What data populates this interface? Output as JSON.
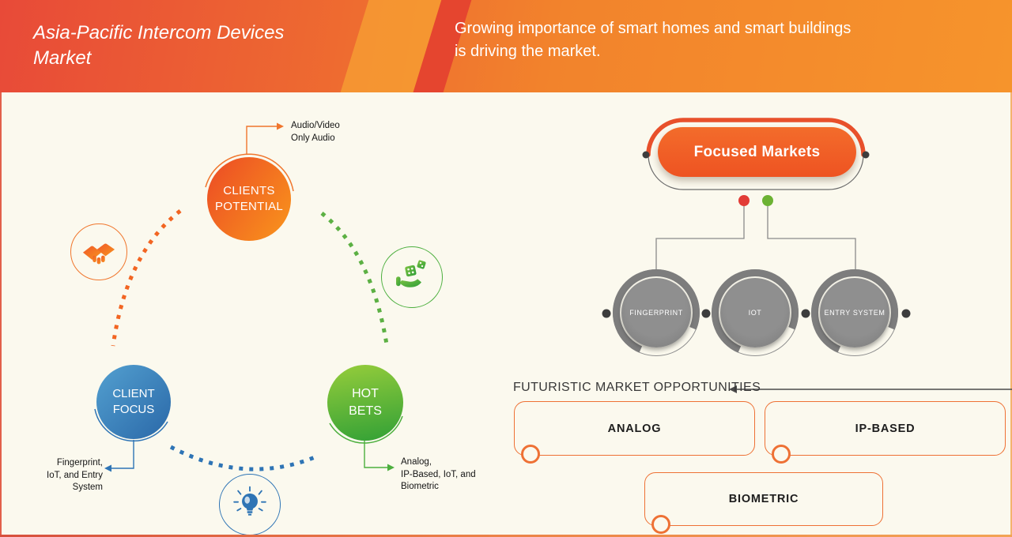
{
  "header": {
    "title": "Asia-Pacific Intercom Devices\nMarket",
    "subtitle": "Growing importance of smart homes and smart buildings\nis driving the market."
  },
  "cycle": {
    "clients_potential": {
      "label": "CLIENTS\nPOTENTIAL",
      "callout": "Audio/Video\nOnly Audio"
    },
    "client_focus": {
      "label": "CLIENT\nFOCUS",
      "callout": "Fingerprint,\nIoT, and Entry\nSystem"
    },
    "hot_bets": {
      "label": "HOT\nBETS",
      "callout": "Analog,\nIP-Based, IoT, and\nBiometric"
    },
    "icons": [
      "handshake-icon",
      "dice-hand-icon",
      "lightbulb-icon"
    ]
  },
  "focused_markets": {
    "title": "Focused Markets",
    "nodes": [
      {
        "label": "FINGERPRINT"
      },
      {
        "label": "IOT"
      },
      {
        "label": "ENTRY SYSTEM"
      }
    ]
  },
  "opportunities": {
    "heading": "FUTURISTIC MARKET OPPORTUNITIES",
    "items": [
      {
        "label": "ANALOG"
      },
      {
        "label": "IP-BASED"
      },
      {
        "label": "BIOMETRIC"
      }
    ]
  },
  "colors": {
    "header_gradient_start": "#e84a38",
    "header_gradient_end": "#f6942c",
    "accent_orange": "#f05a28",
    "accent_blue": "#2e74b5",
    "accent_green": "#55b138",
    "neutral_gray": "#7d7d7d",
    "background": "#fbf9ee",
    "dot_red": "#e23c36",
    "dot_green": "#6cb233"
  }
}
